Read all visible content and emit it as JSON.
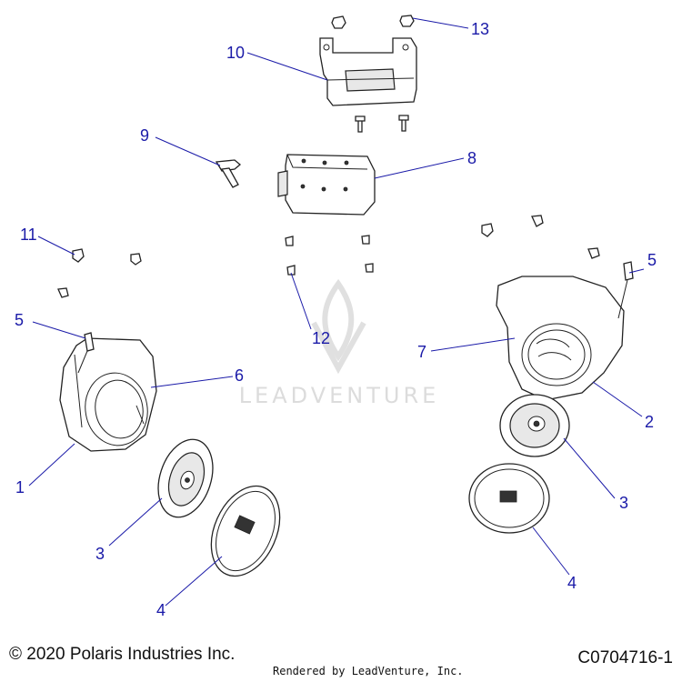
{
  "watermark": {
    "text": "LEADVENTURE"
  },
  "callouts": {
    "c1": "1",
    "c2": "2",
    "c3_left": "3",
    "c3_right": "3",
    "c4_left": "4",
    "c4_right": "4",
    "c5_left": "5",
    "c5_right": "5",
    "c6": "6",
    "c7": "7",
    "c8": "8",
    "c9": "9",
    "c10": "10",
    "c11": "11",
    "c12": "12",
    "c13": "13"
  },
  "footer": {
    "copyright": "© 2020 Polaris Industries Inc.",
    "rendered_by": "Rendered by LeadVenture, Inc.",
    "doc_id": "C0704716-1"
  },
  "colors": {
    "callout": "#1a1aa8",
    "line_art": "#222222",
    "watermark": "#dcdcdc"
  }
}
